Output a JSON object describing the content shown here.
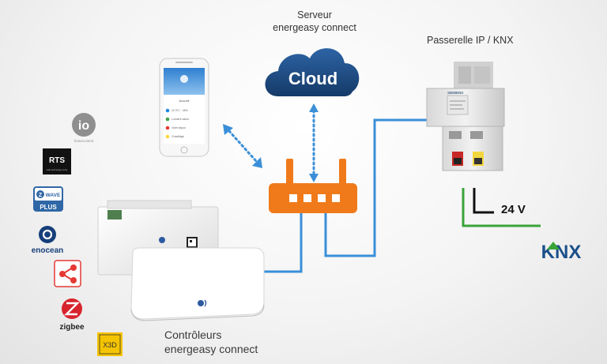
{
  "server": {
    "title_line1": "Serveur",
    "title_line2": "energeasy connect",
    "cloud_label": "Cloud"
  },
  "gateway": {
    "title": "Passerelle IP / KNX",
    "device_brand": "SIEMENS"
  },
  "power": {
    "voltage": "24 V"
  },
  "controllers": {
    "title_line1": "Contrôleurs",
    "title_line2": "energeasy connect"
  },
  "protocols": {
    "io": {
      "mark": "io",
      "caption": "homecontrol"
    },
    "rts": {
      "mark": "RTS",
      "caption": "radio technology somfy"
    },
    "zwave": {
      "mark": "WAVE",
      "plus": "PLUS",
      "z": "Z"
    },
    "enocean": {
      "mark": "enocean"
    },
    "zigbee": {
      "mark": "zigbee"
    },
    "x3d": {
      "mark": "X3D"
    },
    "knx": {
      "mark": "KNX"
    }
  },
  "phone": {
    "header": "Accueil",
    "rows": [
      "22.3°C · 45%",
      "Lumière salon",
      "Volet séjour",
      "Chauffage"
    ]
  },
  "colors": {
    "link_blue": "#3a8fd8",
    "cloud_navy": "#1c4b80",
    "router_orange": "#f07a1a",
    "knx_green": "#3aa43a",
    "knx_blue": "#1a4f8a",
    "zigbee_red": "#d8242c",
    "share_red": "#e53935"
  }
}
